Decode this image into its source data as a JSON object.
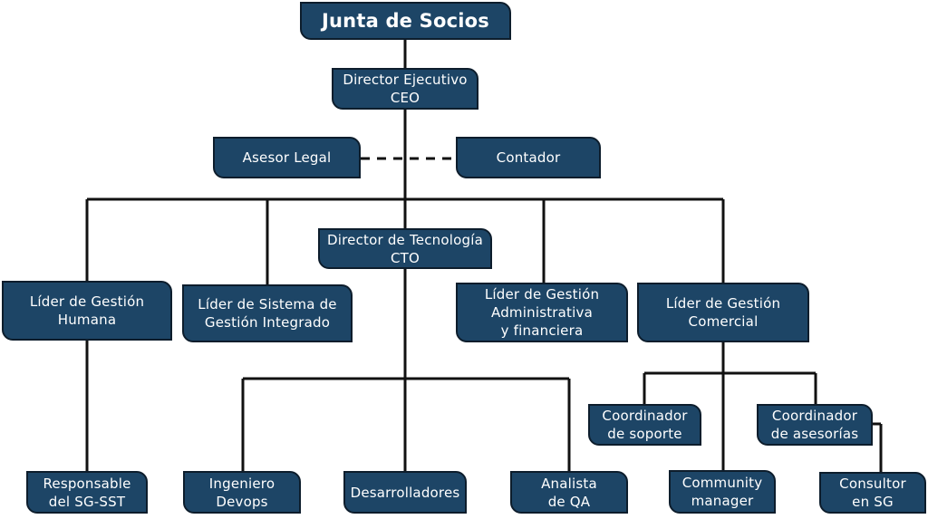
{
  "org_chart": {
    "root": "Junta de Socios",
    "ceo": "Director Ejecutivo\nCEO",
    "advisors": {
      "legal": "Asesor Legal",
      "accountant": "Contador"
    },
    "cto": "Director de Tecnología\nCTO",
    "leaders": {
      "human": "Líder de Gestión\nHumana",
      "integrated": "Líder de Sistema de\nGestión Integrado",
      "administrative": "Líder de Gestión\nAdministrativa\ny financiera",
      "commercial": "Líder de Gestión\nComercial"
    },
    "coordinators": {
      "support": "Coordinador\nde soporte",
      "advisory": "Coordinador\nde asesorías"
    },
    "staff": {
      "sst": "Responsable\ndel SG-SST",
      "devops": "Ingeniero\nDevops",
      "developers": "Desarrolladores",
      "qa": "Analista\nde QA",
      "community": "Community\nmanager",
      "consultant": "Consultor\nen SG"
    }
  },
  "colors": {
    "box_fill": "#1d4566",
    "box_border": "#0d1d2c",
    "box_text": "#ffffff",
    "connector": "#111111"
  }
}
